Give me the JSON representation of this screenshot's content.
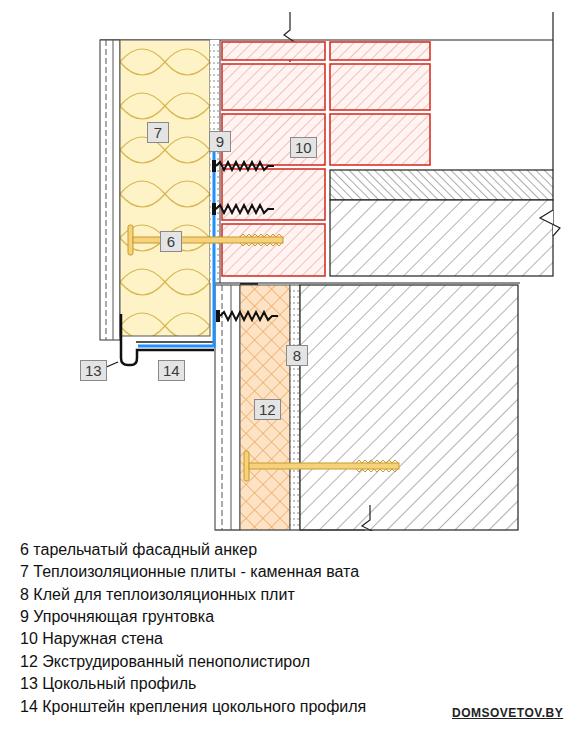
{
  "diagram": {
    "labels": [
      "7",
      "9",
      "10",
      "6",
      "8",
      "12",
      "13",
      "14",
      "6 тарельчатый фасадный анкер",
      "7 Теплоизоляционные плиты - каменная вата",
      "8 Клей для теплоизоляционных плит",
      "9 Упрочняющая грунтовка",
      "10 Наружная стена",
      "12 Экструдированный пенополистирол",
      "13 Цокольный профиль",
      "14 Кронштейн крепления цокольного профиля",
      "DOMSOVETOV.BY"
    ]
  }
}
